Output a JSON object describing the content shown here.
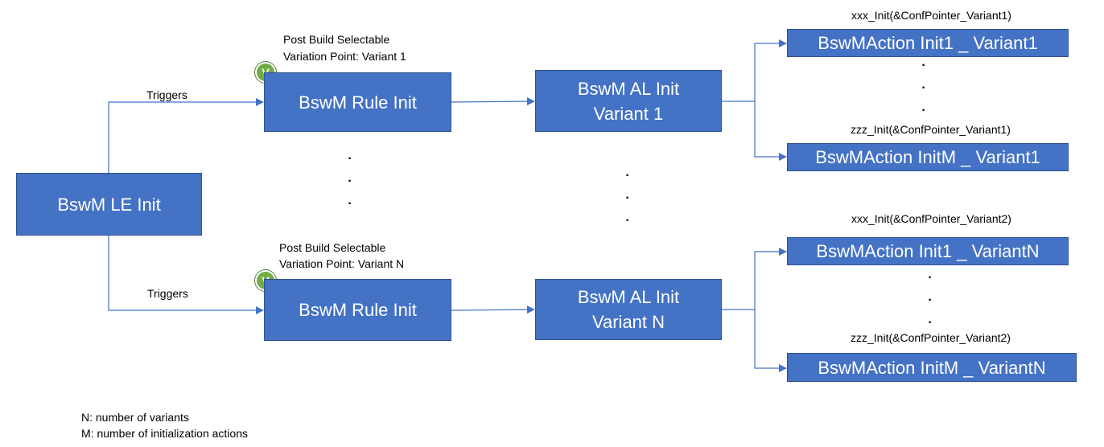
{
  "le_box": {
    "label": "BswM LE Init"
  },
  "triggers": {
    "top": "Triggers",
    "bottom": "Triggers"
  },
  "variant1": {
    "pbs_line1": "Post Build Selectable",
    "pbs_line2": "Variation Point:  Variant 1",
    "badge": "V",
    "rule": "BswM Rule Init",
    "al_line1": "BswM AL Init",
    "al_line2": "Variant 1",
    "func1": "xxx_Init(&ConfPointer_Variant1)",
    "action1": "BswMAction Init1 _ Variant1",
    "funcM": "zzz_Init(&ConfPointer_Variant1)",
    "actionM": "BswMAction InitM _ Variant1"
  },
  "variantN": {
    "pbs_line1": "Post Build Selectable",
    "pbs_line2": "Variation Point:  Variant N",
    "badge": "V",
    "rule": "BswM Rule Init",
    "al_line1": "BswM AL Init",
    "al_line2": "Variant N",
    "func1": "xxx_Init(&ConfPointer_Variant2)",
    "action1": "BswMAction Init1 _ VariantN",
    "funcM": "zzz_Init(&ConfPointer_Variant2)",
    "actionM": "BswMAction InitM _ VariantN"
  },
  "ellipsis": {
    "rules": "·\n·\n·",
    "al": "·\n·\n·",
    "actions1": "·\n·\n·",
    "actionsN": "·\n·\n·"
  },
  "legend": {
    "n": "N: number of variants",
    "m": "M: number of initialization actions"
  },
  "colors": {
    "box_fill": "#4472c4",
    "box_border": "#2f528f",
    "connector": "#4472c4",
    "badge": "#70ad47"
  }
}
